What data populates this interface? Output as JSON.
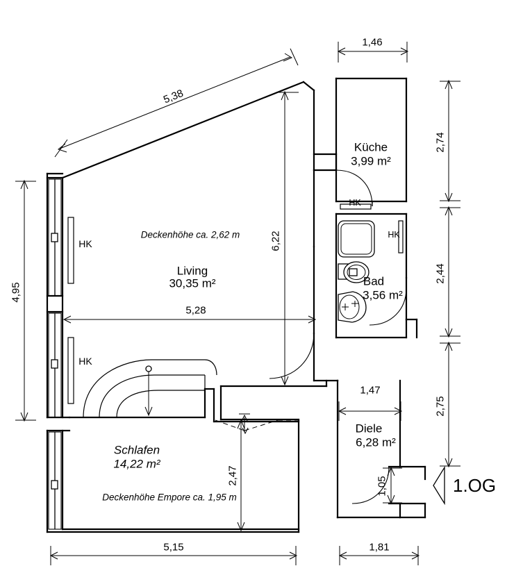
{
  "plan": {
    "floor_label": "1.OG",
    "rooms": [
      {
        "id": "living",
        "name": "Living",
        "area": "30,35 m²",
        "note": "Deckenhöhe ca. 2,62 m"
      },
      {
        "id": "kueche",
        "name": "Küche",
        "area": "3,99 m²"
      },
      {
        "id": "bad",
        "name": "Bad",
        "area": "3,56 m²"
      },
      {
        "id": "diele",
        "name": "Diele",
        "area": "6,28 m²"
      },
      {
        "id": "schlafen",
        "name": "Schlafen",
        "area": "14,22 m²",
        "note": "Deckenhöhe Empore ca. 1,95 m"
      }
    ],
    "dimensions": {
      "top_diagonal": "5,38",
      "kueche_width": "1,46",
      "living_height": "6,22",
      "living_width": "5,28",
      "left_height": "4,95",
      "right_kueche": "2,74",
      "right_bad": "2,44",
      "right_diele": "2,75",
      "diele_width": "1,47",
      "entry_width": "1,05",
      "schlafen_height": "2,47",
      "bottom_left": "5,15",
      "bottom_right": "1,81"
    },
    "radiators": [
      {
        "id": "hk-living-upper",
        "label": "HK"
      },
      {
        "id": "hk-living-lower",
        "label": "HK"
      },
      {
        "id": "hk-kueche",
        "label": "HK"
      },
      {
        "id": "hk-bad",
        "label": "HK"
      }
    ],
    "fixtures": [
      {
        "id": "shower-tray",
        "name": "shower-tray"
      },
      {
        "id": "toilet",
        "name": "toilet"
      },
      {
        "id": "washbasin",
        "name": "washbasin"
      }
    ],
    "colors": {
      "line": "#000000",
      "background": "#ffffff"
    }
  }
}
